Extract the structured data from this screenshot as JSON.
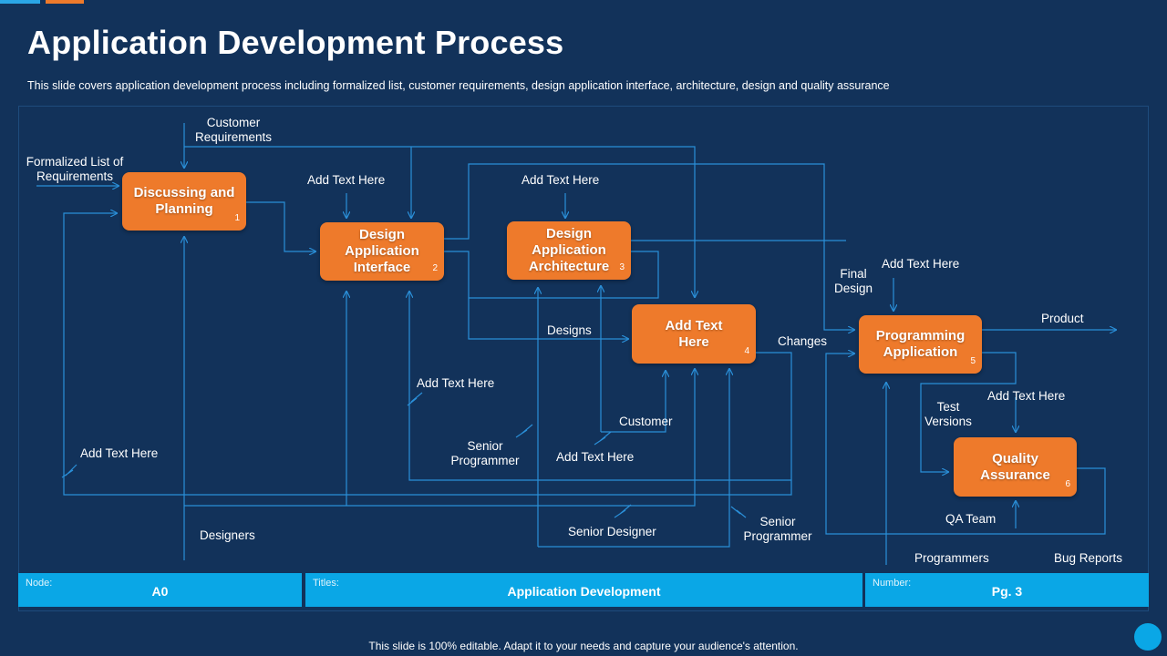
{
  "title": "Application Development Process",
  "subtitle": "This slide covers application development  process including formalized list, customer requirements, design application interface, architecture, design and quality assurance",
  "boxes": [
    {
      "label": "Discussing and Planning",
      "num": "1"
    },
    {
      "label": "Design Application Interface",
      "num": "2"
    },
    {
      "label": "Design Application Architecture",
      "num": "3"
    },
    {
      "label": "Add Text Here",
      "num": "4"
    },
    {
      "label": "Programming Application",
      "num": "5"
    },
    {
      "label": "Quality Assurance",
      "num": "6"
    }
  ],
  "labels": {
    "customer_requirements": "Customer Requirements",
    "formalized_list": "Formalized List of Requirements",
    "add_text_1": "Add Text Here",
    "add_text_2": "Add Text Here",
    "add_text_3": "Add Text Here",
    "add_text_4": "Add Text Here",
    "add_text_5": "Add Text Here",
    "add_text_6": "Add Text Here",
    "add_text_7": "Add Text Here",
    "designs": "Designs",
    "changes": "Changes",
    "final_design": "Final Design",
    "product": "Product",
    "test_versions": "Test Versions",
    "customer": "Customer",
    "senior_programmer_1": "Senior Programmer",
    "senior_programmer_2": "Senior Programmer",
    "senior_designer": "Senior Designer",
    "designers": "Designers",
    "qa_team": "QA Team",
    "programmers": "Programmers",
    "bug_reports": "Bug Reports"
  },
  "info_bar": {
    "node_key": "Node:",
    "node_value": "A0",
    "titles_key": "Titles:",
    "titles_value": "Application Development",
    "number_key": "Number:",
    "number_value": "Pg. 3"
  },
  "footer": "This slide is 100% editable. Adapt it to your needs and capture your audience's attention.",
  "colors": {
    "background": "#12325a",
    "box": "#ee7a2b",
    "line": "#2a8fd8",
    "bar": "#0aa7e6"
  }
}
